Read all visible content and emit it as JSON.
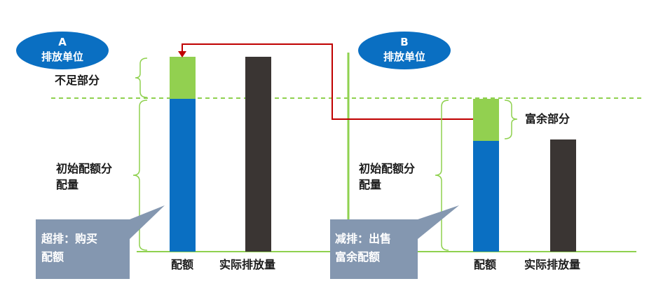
{
  "colors": {
    "quota": "#0A6FC2",
    "shortfall": "#92D050",
    "actual": "#3A3533",
    "axis": "#8FD14F",
    "arrow": "#C00000",
    "ellipse": "#0A6FC2",
    "callout": "#8497B0"
  },
  "unit_a": {
    "title_letter": "A",
    "title_name": "排放单位",
    "shortfall_label": "不足部分",
    "initial_label_line1": "初始配额分",
    "initial_label_line2": "配量",
    "quota_label": "配额",
    "actual_label": "实际排放量",
    "callout_line1": "超排：购买",
    "callout_line2": "配额"
  },
  "unit_b": {
    "title_letter": "B",
    "title_name": "排放单位",
    "surplus_label": "富余部分",
    "initial_label_line1": "初始配额分",
    "initial_label_line2": "配量",
    "quota_label": "配额",
    "actual_label": "实际排放量",
    "callout_line1": "减排：出售",
    "callout_line2": "富余配额"
  }
}
